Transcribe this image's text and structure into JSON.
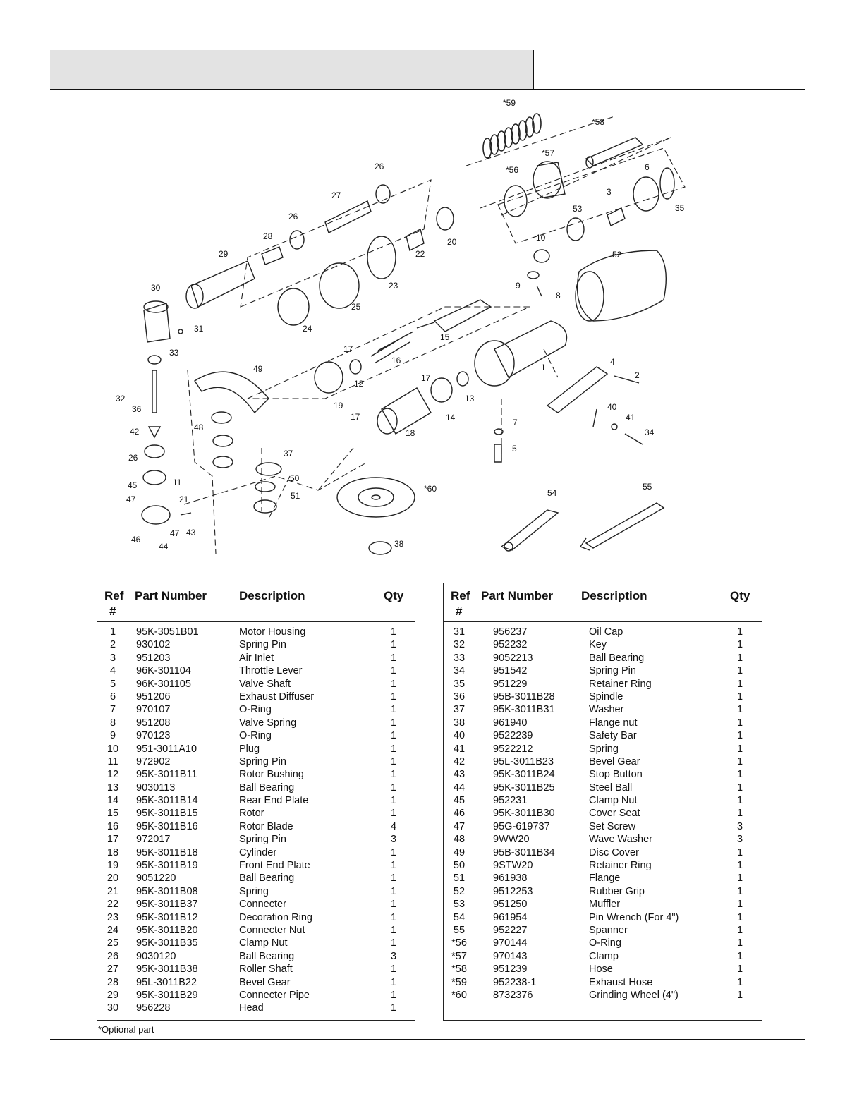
{
  "table_headers": {
    "ref": "Ref",
    "ref_hash": "#",
    "part_number": "Part Number",
    "description": "Description",
    "qty": "Qty"
  },
  "parts_left": [
    {
      "ref": "1",
      "part_number": "95K-3051B01",
      "description": "Motor Housing",
      "qty": "1"
    },
    {
      "ref": "2",
      "part_number": "930102",
      "description": "Spring Pin",
      "qty": "1"
    },
    {
      "ref": "3",
      "part_number": "951203",
      "description": "Air Inlet",
      "qty": "1"
    },
    {
      "ref": "4",
      "part_number": "96K-301104",
      "description": "Throttle Lever",
      "qty": "1"
    },
    {
      "ref": "5",
      "part_number": "96K-301105",
      "description": "Valve Shaft",
      "qty": "1"
    },
    {
      "ref": "6",
      "part_number": "951206",
      "description": "Exhaust Diffuser",
      "qty": "1"
    },
    {
      "ref": "7",
      "part_number": "970107",
      "description": "O-Ring",
      "qty": "1"
    },
    {
      "ref": "8",
      "part_number": "951208",
      "description": "Valve Spring",
      "qty": "1"
    },
    {
      "ref": "9",
      "part_number": "970123",
      "description": "O-Ring",
      "qty": "1"
    },
    {
      "ref": "10",
      "part_number": "951-3011A10",
      "description": "Plug",
      "qty": "1"
    },
    {
      "ref": "11",
      "part_number": "972902",
      "description": "Spring Pin",
      "qty": "1"
    },
    {
      "ref": "12",
      "part_number": "95K-3011B11",
      "description": "Rotor Bushing",
      "qty": "1"
    },
    {
      "ref": "13",
      "part_number": "9030113",
      "description": "Ball Bearing",
      "qty": "1"
    },
    {
      "ref": "14",
      "part_number": "95K-3011B14",
      "description": "Rear End Plate",
      "qty": "1"
    },
    {
      "ref": "15",
      "part_number": "95K-3011B15",
      "description": "Rotor",
      "qty": "1"
    },
    {
      "ref": "16",
      "part_number": "95K-3011B16",
      "description": "Rotor Blade",
      "qty": "4"
    },
    {
      "ref": "17",
      "part_number": "972017",
      "description": "Spring Pin",
      "qty": "3"
    },
    {
      "ref": "18",
      "part_number": "95K-3011B18",
      "description": "Cylinder",
      "qty": "1"
    },
    {
      "ref": "19",
      "part_number": "95K-3011B19",
      "description": "Front End Plate",
      "qty": "1"
    },
    {
      "ref": "20",
      "part_number": "9051220",
      "description": "Ball Bearing",
      "qty": "1"
    },
    {
      "ref": "21",
      "part_number": "95K-3011B08",
      "description": "Spring",
      "qty": "1"
    },
    {
      "ref": "22",
      "part_number": "95K-3011B37",
      "description": "Connecter",
      "qty": "1"
    },
    {
      "ref": "23",
      "part_number": "95K-3011B12",
      "description": "Decoration Ring",
      "qty": "1"
    },
    {
      "ref": "24",
      "part_number": "95K-3011B20",
      "description": "Connecter Nut",
      "qty": "1"
    },
    {
      "ref": "25",
      "part_number": "95K-3011B35",
      "description": "Clamp Nut",
      "qty": "1"
    },
    {
      "ref": "26",
      "part_number": "9030120",
      "description": "Ball Bearing",
      "qty": "3"
    },
    {
      "ref": "27",
      "part_number": "95K-3011B38",
      "description": "Roller Shaft",
      "qty": "1"
    },
    {
      "ref": "28",
      "part_number": "95L-3011B22",
      "description": "Bevel Gear",
      "qty": "1"
    },
    {
      "ref": "29",
      "part_number": "95K-3011B29",
      "description": "Connecter Pipe",
      "qty": "1"
    },
    {
      "ref": "30",
      "part_number": "956228",
      "description": "Head",
      "qty": "1"
    }
  ],
  "parts_right": [
    {
      "ref": "31",
      "part_number": "956237",
      "description": "Oil Cap",
      "qty": "1"
    },
    {
      "ref": "32",
      "part_number": "952232",
      "description": "Key",
      "qty": "1"
    },
    {
      "ref": "33",
      "part_number": "9052213",
      "description": "Ball Bearing",
      "qty": "1"
    },
    {
      "ref": "34",
      "part_number": "951542",
      "description": "Spring Pin",
      "qty": "1"
    },
    {
      "ref": "35",
      "part_number": "951229",
      "description": "Retainer Ring",
      "qty": "1"
    },
    {
      "ref": "36",
      "part_number": "95B-3011B28",
      "description": "Spindle",
      "qty": "1"
    },
    {
      "ref": "37",
      "part_number": "95K-3011B31",
      "description": "Washer",
      "qty": "1"
    },
    {
      "ref": "38",
      "part_number": "961940",
      "description": "Flange nut",
      "qty": "1"
    },
    {
      "ref": "40",
      "part_number": "9522239",
      "description": "Safety Bar",
      "qty": "1"
    },
    {
      "ref": "41",
      "part_number": "9522212",
      "description": "Spring",
      "qty": "1"
    },
    {
      "ref": "42",
      "part_number": "95L-3011B23",
      "description": "Bevel Gear",
      "qty": "1"
    },
    {
      "ref": "43",
      "part_number": "95K-3011B24",
      "description": "Stop Button",
      "qty": "1"
    },
    {
      "ref": "44",
      "part_number": "95K-3011B25",
      "description": "Steel Ball",
      "qty": "1"
    },
    {
      "ref": "45",
      "part_number": "952231",
      "description": "Clamp Nut",
      "qty": "1"
    },
    {
      "ref": "46",
      "part_number": "95K-3011B30",
      "description": "Cover Seat",
      "qty": "1"
    },
    {
      "ref": "47",
      "part_number": "95G-619737",
      "description": "Set Screw",
      "qty": "3"
    },
    {
      "ref": "48",
      "part_number": "9WW20",
      "description": "Wave Washer",
      "qty": "3"
    },
    {
      "ref": "49",
      "part_number": "95B-3011B34",
      "description": "Disc Cover",
      "qty": "1"
    },
    {
      "ref": "50",
      "part_number": "9STW20",
      "description": "Retainer Ring",
      "qty": "1"
    },
    {
      "ref": "51",
      "part_number": "961938",
      "description": "Flange",
      "qty": "1"
    },
    {
      "ref": "52",
      "part_number": "9512253",
      "description": "Rubber Grip",
      "qty": "1"
    },
    {
      "ref": "53",
      "part_number": "951250",
      "description": "Muffler",
      "qty": "1"
    },
    {
      "ref": "54",
      "part_number": "961954",
      "description": "Pin Wrench (For 4\")",
      "qty": "1"
    },
    {
      "ref": "55",
      "part_number": "952227",
      "description": "Spanner",
      "qty": "1"
    },
    {
      "ref": "*56",
      "part_number": "970144",
      "description": "O-Ring",
      "qty": "1"
    },
    {
      "ref": "*57",
      "part_number": "970143",
      "description": "Clamp",
      "qty": "1"
    },
    {
      "ref": "*58",
      "part_number": "951239",
      "description": "Hose",
      "qty": "1"
    },
    {
      "ref": "*59",
      "part_number": "952238-1",
      "description": "Exhaust Hose",
      "qty": "1"
    },
    {
      "ref": "*60",
      "part_number": "8732376",
      "description": "Grinding Wheel  (4\")",
      "qty": "1"
    }
  ],
  "footnote": "*Optional part",
  "diagram_labels": [
    "*59",
    "*58",
    "*57",
    "*56",
    "6",
    "3",
    "35",
    "53",
    "26",
    "27",
    "26",
    "28",
    "29",
    "30",
    "31",
    "33",
    "32",
    "36",
    "42",
    "26",
    "45",
    "11",
    "47",
    "21",
    "43",
    "47",
    "46",
    "44",
    "49",
    "48",
    "37",
    "50",
    "51",
    "38",
    "*60",
    "24",
    "25",
    "23",
    "22",
    "20",
    "10",
    "9",
    "8",
    "52",
    "15",
    "17",
    "16",
    "12",
    "19",
    "17",
    "17",
    "18",
    "14",
    "13",
    "1",
    "4",
    "2",
    "40",
    "41",
    "34",
    "7",
    "5",
    "54",
    "55"
  ]
}
